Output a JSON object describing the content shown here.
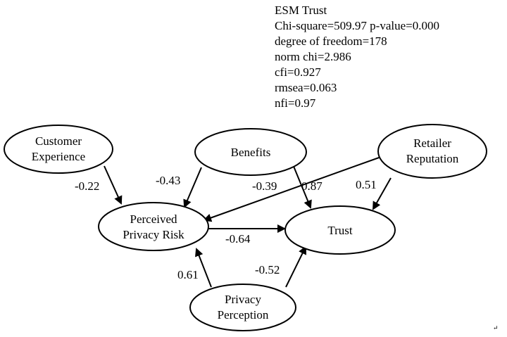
{
  "stats": {
    "title": "ESM Trust",
    "lines": [
      "Chi-square=509.97 p-value=0.000",
      "degree of freedom=178",
      "norm chi=2.986",
      "cfi=0.927",
      "rmsea=0.063",
      "nfi=0.97"
    ]
  },
  "nodes": {
    "customer_experience": {
      "line1": "Customer",
      "line2": "Experience"
    },
    "benefits": {
      "line1": "Benefits"
    },
    "retailer_reputation": {
      "line1": "Retailer",
      "line2": "Reputation"
    },
    "perceived_privacy_risk": {
      "line1": "Perceived",
      "line2": "Privacy Risk"
    },
    "trust": {
      "line1": "Trust"
    },
    "privacy_perception": {
      "line1": "Privacy",
      "line2": "Perception"
    }
  },
  "paths": [
    {
      "from": "Customer Experience",
      "to": "Perceived Privacy Risk",
      "coefficient": "-0.22"
    },
    {
      "from": "Benefits",
      "to": "Perceived Privacy Risk",
      "coefficient": "-0.43"
    },
    {
      "from": "Benefits",
      "to": "Trust",
      "coefficient": "0.87"
    },
    {
      "from": "Retailer Reputation",
      "to": "Perceived Privacy Risk",
      "coefficient": "-0.39"
    },
    {
      "from": "Retailer Reputation",
      "to": "Trust",
      "coefficient": "0.51"
    },
    {
      "from": "Perceived Privacy Risk",
      "to": "Trust",
      "coefficient": "-0.64"
    },
    {
      "from": "Privacy Perception",
      "to": "Perceived Privacy Risk",
      "coefficient": "0.61"
    },
    {
      "from": "Privacy Perception",
      "to": "Trust",
      "coefficient": "-0.52"
    }
  ],
  "corner_mark": "↵"
}
